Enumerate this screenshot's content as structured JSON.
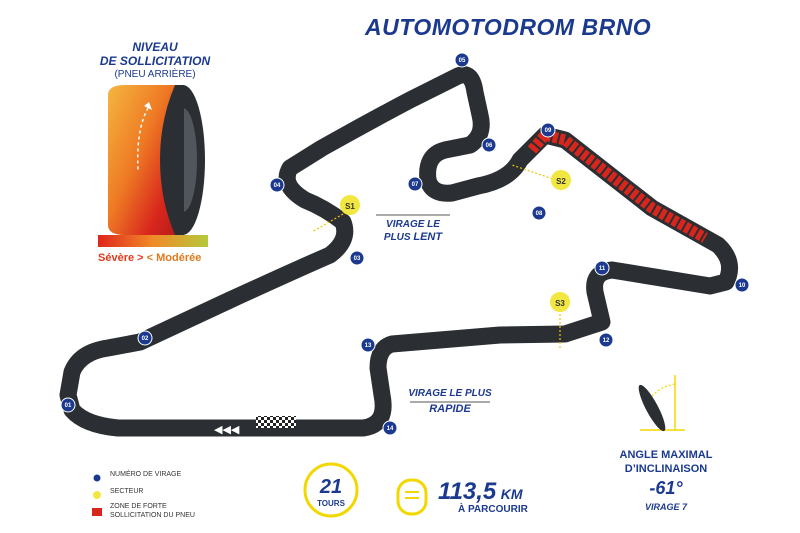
{
  "title": "AUTOMOTODROM BRNO",
  "tyre": {
    "heading_line1": "NIVEAU",
    "heading_line2": "DE SOLLICITATION",
    "heading_sub": "(PNEU ARRIÈRE)",
    "scale_severe": "Sévère >",
    "scale_moderate": "< Modérée"
  },
  "turns": [
    "01",
    "02",
    "03",
    "04",
    "05",
    "06",
    "07",
    "08",
    "09",
    "10",
    "11",
    "12",
    "13",
    "14"
  ],
  "sectors": [
    "S1",
    "S2",
    "S3"
  ],
  "slowest_corner": {
    "line1": "VIRAGE LE",
    "line2": "PLUS",
    "highlight": "LENT"
  },
  "fastest_corner": {
    "line1": "VIRAGE LE PLUS",
    "highlight": "RAPIDE"
  },
  "direction_arrows": "◀◀◀",
  "legend": {
    "turn_number": "NUMÉRO DE VIRAGE",
    "sector": "SECTEUR",
    "high_stress_zone_line1": "ZONE DE FORTE",
    "high_stress_zone_line2": "SOLLICITATION DU PNEU"
  },
  "laps": {
    "value": "21",
    "label": "TOURS"
  },
  "distance": {
    "value": "113,5",
    "unit": "KM",
    "label": "À PARCOURIR"
  },
  "lean_angle": {
    "label_line1": "ANGLE MAXIMAL",
    "label_line2": "D’INCLINAISON",
    "value": "-61°",
    "corner": "VIRAGE 7"
  },
  "colors": {
    "brand_blue": "#1b3a8f",
    "track": "#2b2f33",
    "stress_zone": "#d8261c",
    "sector_yellow": "#f2e640",
    "severe": "#e03a1e",
    "moderate": "#b5c93a"
  }
}
